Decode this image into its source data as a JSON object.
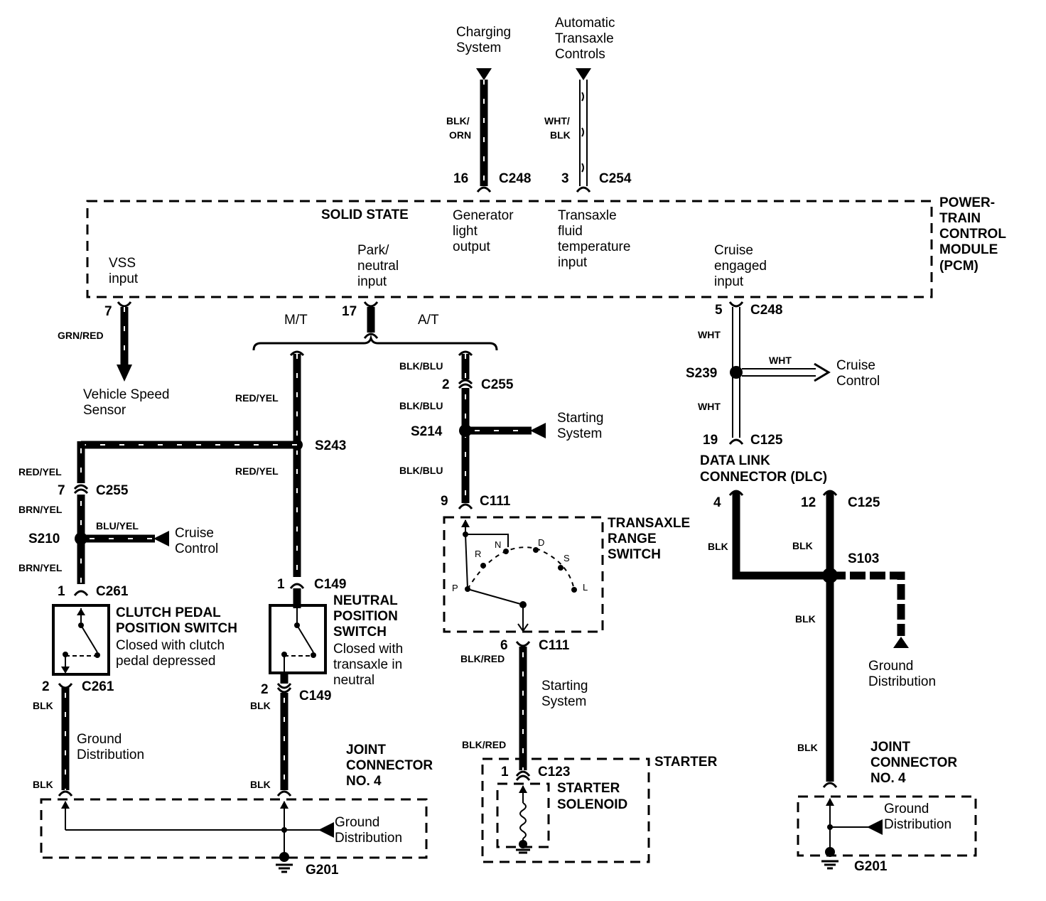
{
  "top": {
    "charging": [
      "Charging",
      "System"
    ],
    "atc": [
      "Automatic",
      "Transaxle",
      "Controls"
    ],
    "c248_top": {
      "pin": "16",
      "conn": "C248",
      "color": [
        "BLK/",
        "ORN"
      ]
    },
    "c254": {
      "pin": "3",
      "conn": "C254",
      "color": [
        "WHT/",
        "BLK"
      ]
    }
  },
  "pcm": {
    "title": [
      "POWER-",
      "TRAIN",
      "CONTROL",
      "MODULE",
      "(PCM)"
    ],
    "solid_state": "SOLID STATE",
    "gen": [
      "Generator",
      "light",
      "output"
    ],
    "tft": [
      "Transaxle",
      "fluid",
      "temperature",
      "input"
    ],
    "vss": [
      "VSS",
      "input"
    ],
    "pn": [
      "Park/",
      "neutral",
      "input"
    ],
    "cruise": [
      "Cruise",
      "engaged",
      "input"
    ]
  },
  "vss_branch": {
    "pin": "7",
    "color": "GRN/RED",
    "dest": [
      "Vehicle Speed",
      "Sensor"
    ]
  },
  "pn_branch": {
    "pin": "17",
    "mt": "M/T",
    "at": "A/T"
  },
  "mt": {
    "red_yel": "RED/YEL",
    "s243": "S243",
    "c255_pin": "7",
    "c255": "C255",
    "brn_yel": "BRN/YEL",
    "s210": "S210",
    "blu_yel": "BLU/YEL",
    "cruise": [
      "Cruise",
      "Control"
    ],
    "c261_pin1": "1",
    "c261": "C261",
    "c261_pin2": "2",
    "clutch_title": [
      "CLUTCH PEDAL",
      "POSITION SWITCH"
    ],
    "clutch_desc": [
      "Closed with clutch",
      "pedal depressed"
    ],
    "c149_pin1": "1",
    "c149": "C149",
    "c149_pin2": "2",
    "nps_title": [
      "NEUTRAL",
      "POSITION",
      "SWITCH"
    ],
    "nps_desc": [
      "Closed with",
      "transaxle in",
      "neutral"
    ],
    "blk": "BLK",
    "ground": [
      "Ground",
      "Distribution"
    ],
    "jc4": [
      "JOINT",
      "CONNECTOR",
      "NO. 4"
    ],
    "g201": "G201"
  },
  "at": {
    "blk_blu": "BLK/BLU",
    "c255_pin": "2",
    "c255": "C255",
    "s214": "S214",
    "starting": [
      "Starting",
      "System"
    ],
    "c111_pin9": "9",
    "c111": "C111",
    "c111_pin6": "6",
    "trs_title": [
      "TRANSAXLE",
      "RANGE",
      "SWITCH"
    ],
    "positions": [
      "P",
      "R",
      "N",
      "D",
      "S",
      "L"
    ],
    "blk_red": "BLK/RED",
    "starter": "STARTER",
    "c123_pin": "1",
    "c123": "C123",
    "solenoid": [
      "STARTER",
      "SOLENOID"
    ]
  },
  "dlc": {
    "pin5": "5",
    "c248": "C248",
    "wht": "WHT",
    "s239": "S239",
    "cruise": [
      "Cruise",
      "Control"
    ],
    "pin19": "19",
    "c125": "C125",
    "title": [
      "DATA LINK",
      "CONNECTOR (DLC)"
    ],
    "pin4": "4",
    "pin12": "12",
    "blk": "BLK",
    "s103": "S103",
    "ground": [
      "Ground",
      "Distribution"
    ],
    "jc4": [
      "JOINT",
      "CONNECTOR",
      "NO. 4"
    ],
    "g201": "G201"
  }
}
